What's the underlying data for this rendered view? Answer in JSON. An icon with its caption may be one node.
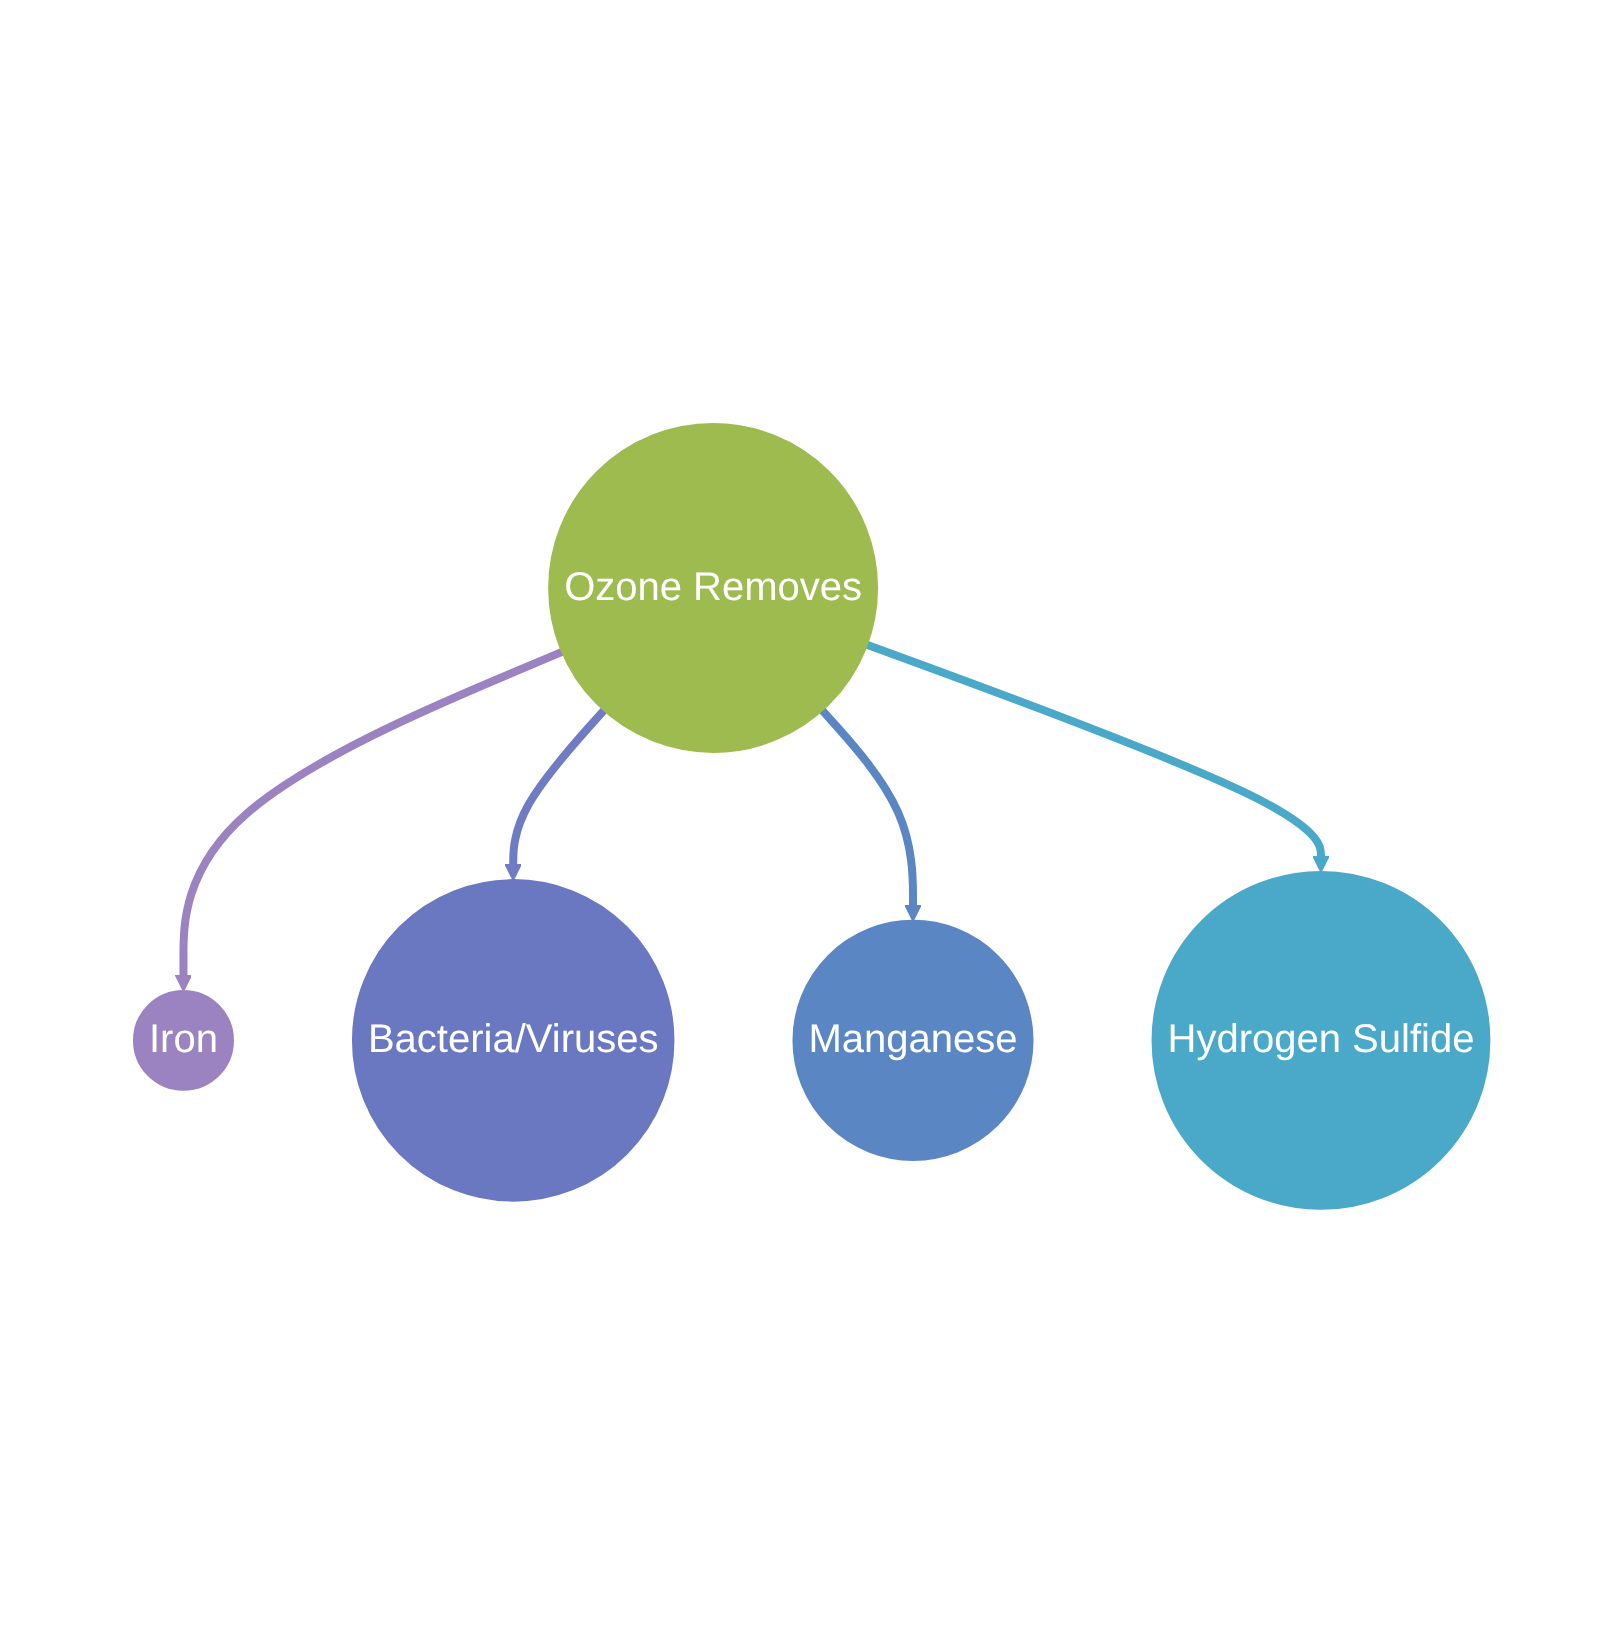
{
  "diagram": {
    "nodes": [
      {
        "text": [
          "Iron"
        ]
      },
      {
        "text": [
          "Hydrogen Sulfide"
        ]
      },
      {
        "text": [
          "Ozone Removes"
        ]
      },
      {
        "text": [
          "Bacteria/Viruses"
        ]
      },
      {
        "text": [
          "Manganese"
        ]
      }
    ],
    "edges": [
      {
        "from": 2,
        "to": 0,
        "arrow": "to",
        "color": "#9a83c0"
      },
      {
        "from": 2,
        "to": 3,
        "arrow": "to",
        "color": "#6f7cc4"
      },
      {
        "from": 2,
        "to": 4,
        "arrow": "to",
        "color": "#5a86c4"
      },
      {
        "from": 2,
        "to": 1,
        "arrow": "to",
        "color": "#4aa9c9"
      }
    ]
  }
}
